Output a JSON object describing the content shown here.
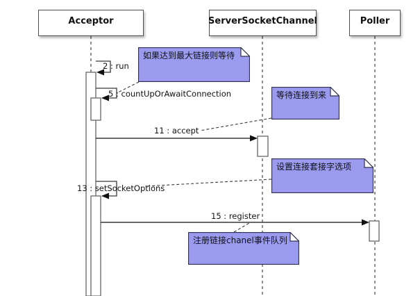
{
  "diagram": {
    "type": "uml-sequence-diagram",
    "participants": [
      {
        "name": "Acceptor"
      },
      {
        "name": "ServerSocketChannel"
      },
      {
        "name": "Poller"
      }
    ],
    "messages": [
      {
        "label": "2 : run",
        "kind": "self-message",
        "on": "Acceptor"
      },
      {
        "label": "5 : countUpOrAwaitConnection",
        "kind": "self-message",
        "on": "Acceptor"
      },
      {
        "label": "11 : accept",
        "kind": "call",
        "from": "Acceptor",
        "to": "ServerSocketChannel"
      },
      {
        "label": "13 : setSocketOptions",
        "kind": "self-message",
        "on": "Acceptor"
      },
      {
        "label": "15 : register",
        "kind": "call",
        "from": "Acceptor",
        "to": "Poller"
      }
    ],
    "notes": [
      {
        "text": "如果达到最大链接则等待"
      },
      {
        "text": "等待连接到来"
      },
      {
        "text": "设置连接套接字选项"
      },
      {
        "text": "注册链接chanel事件队列"
      }
    ],
    "colors": {
      "background": "#ffffff",
      "note_fill": "#9a9aee",
      "note_border": "#32324e",
      "note_fold": "#ffffff",
      "line": "#383838",
      "activation_fill": "#ffffff",
      "activation_border": "#707070",
      "participant_border": "#4d4d4d",
      "text": "#111111"
    }
  }
}
